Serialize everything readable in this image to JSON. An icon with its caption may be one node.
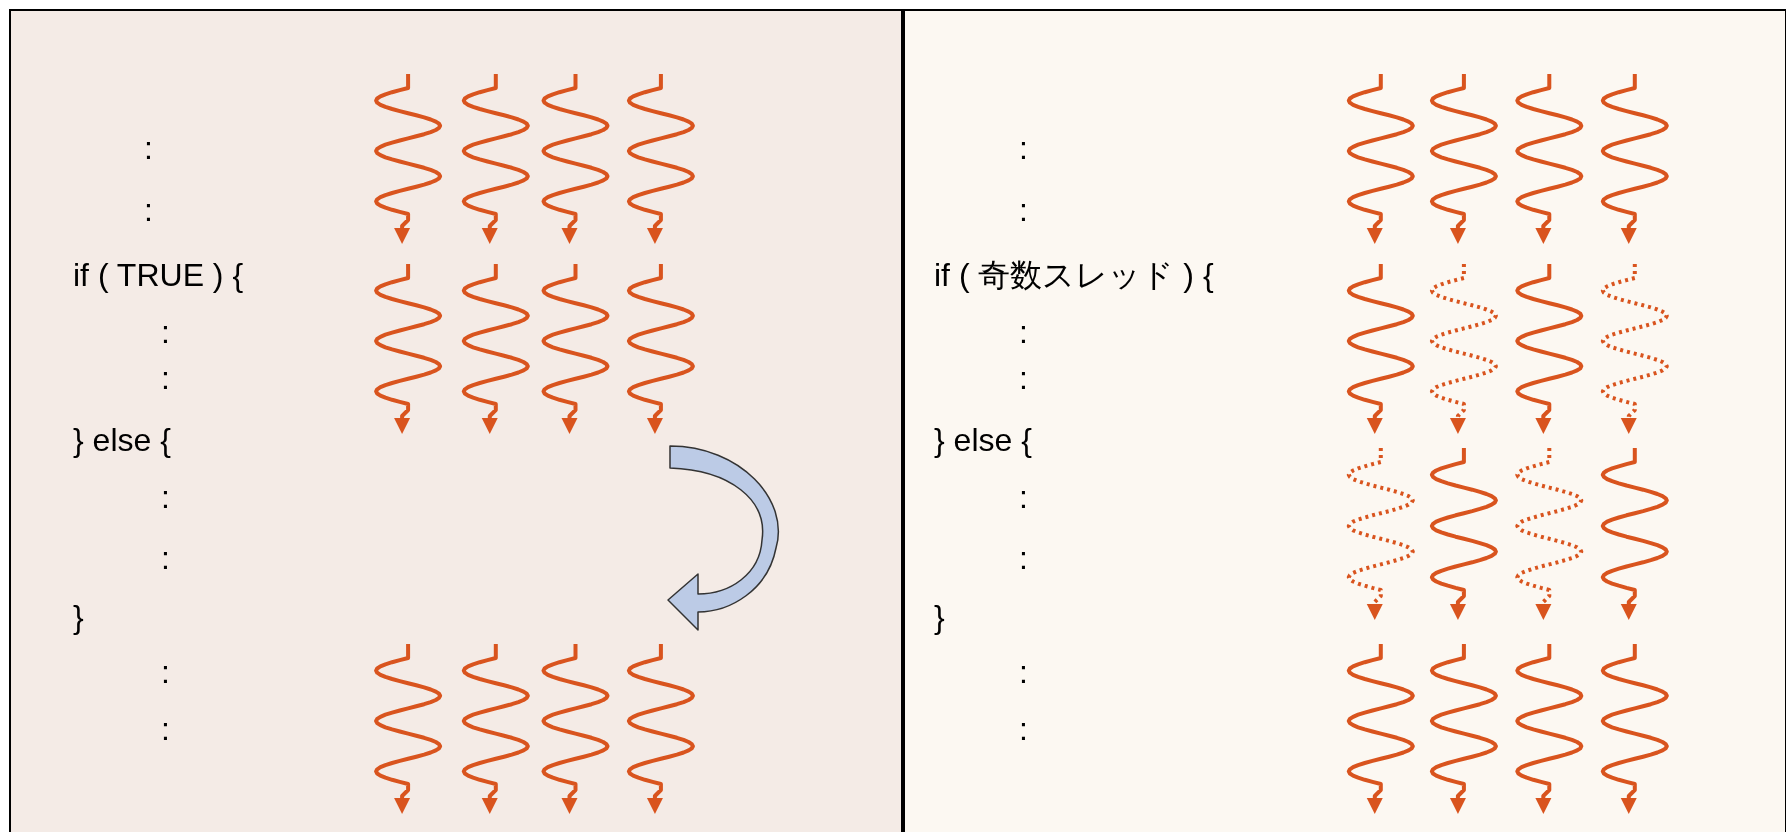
{
  "diagram": {
    "nodes": [
      {
        "text": [
          ":",
          ":",
          "if ( TRUE ) {",
          ":",
          ":",
          "} else {",
          ":",
          ":",
          "}",
          ":",
          ":"
        ]
      },
      {
        "text": [
          ":",
          ":",
          "if ( 奇数スレッド ) {",
          ":",
          ":",
          "} else {",
          ":",
          ":",
          "}",
          ":",
          ":"
        ]
      }
    ]
  }
}
